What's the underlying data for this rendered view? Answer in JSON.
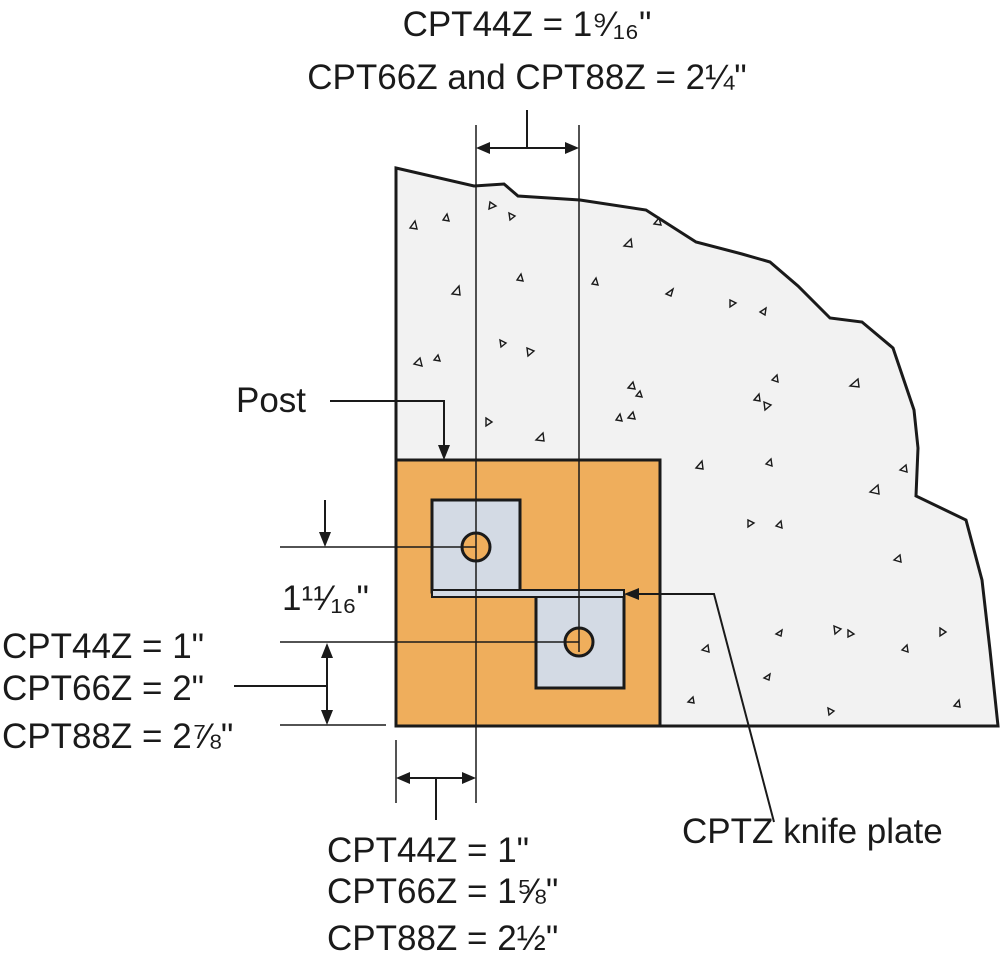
{
  "top_dimension": {
    "line1": "CPT44Z = 1⁹⁄₁₆\"",
    "line2": "CPT66Z and CPT88Z = 2¼\""
  },
  "post_label": "Post",
  "vertical_spacing": "1¹¹⁄₁₆\"",
  "left_dimension": {
    "line1": "CPT44Z = 1\"",
    "line2": "CPT66Z = 2\"",
    "line3": "CPT88Z = 2⅞\""
  },
  "bottom_dimension": {
    "line1": "CPT44Z = 1\"",
    "line2": "CPT66Z = 1⅝\"",
    "line3": "CPT88Z = 2½\""
  },
  "knife_plate_label": "CPTZ knife plate",
  "colors": {
    "concrete": "#f2f2f2",
    "post": "#efae5c",
    "plate": "#d3dae4",
    "line": "#1a1a1a"
  }
}
